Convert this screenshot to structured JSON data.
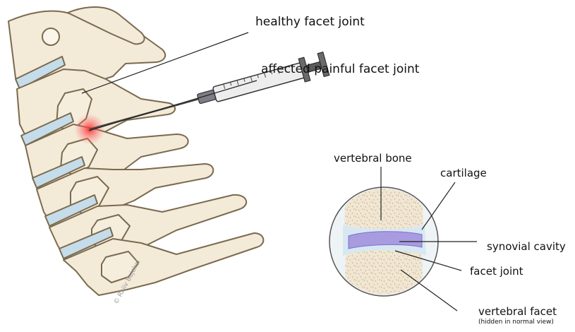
{
  "labels": {
    "healthy": "healthy facet joint",
    "affected": "affected painful facet joint",
    "vertebral_bone": "vertebral bone",
    "cartilage": "cartilage",
    "synovial_cavity": "synovial cavity",
    "facet_joint": "facet joint",
    "vertebral_facet": "vertebral facet",
    "vertebral_facet_note": "(hidden in normal view)"
  },
  "credit": "© Rajiv Bajekal",
  "colors": {
    "bone_fill": "#f3ead8",
    "bone_outline": "#7a6a4e",
    "disc_fill": "#c5dcea",
    "pain_glow": "#ff2b2b",
    "cartilage_fill": "#d8e8f2",
    "synovial_fill": "#9b8fd6",
    "syringe_plunger": "#5a5a5a"
  }
}
